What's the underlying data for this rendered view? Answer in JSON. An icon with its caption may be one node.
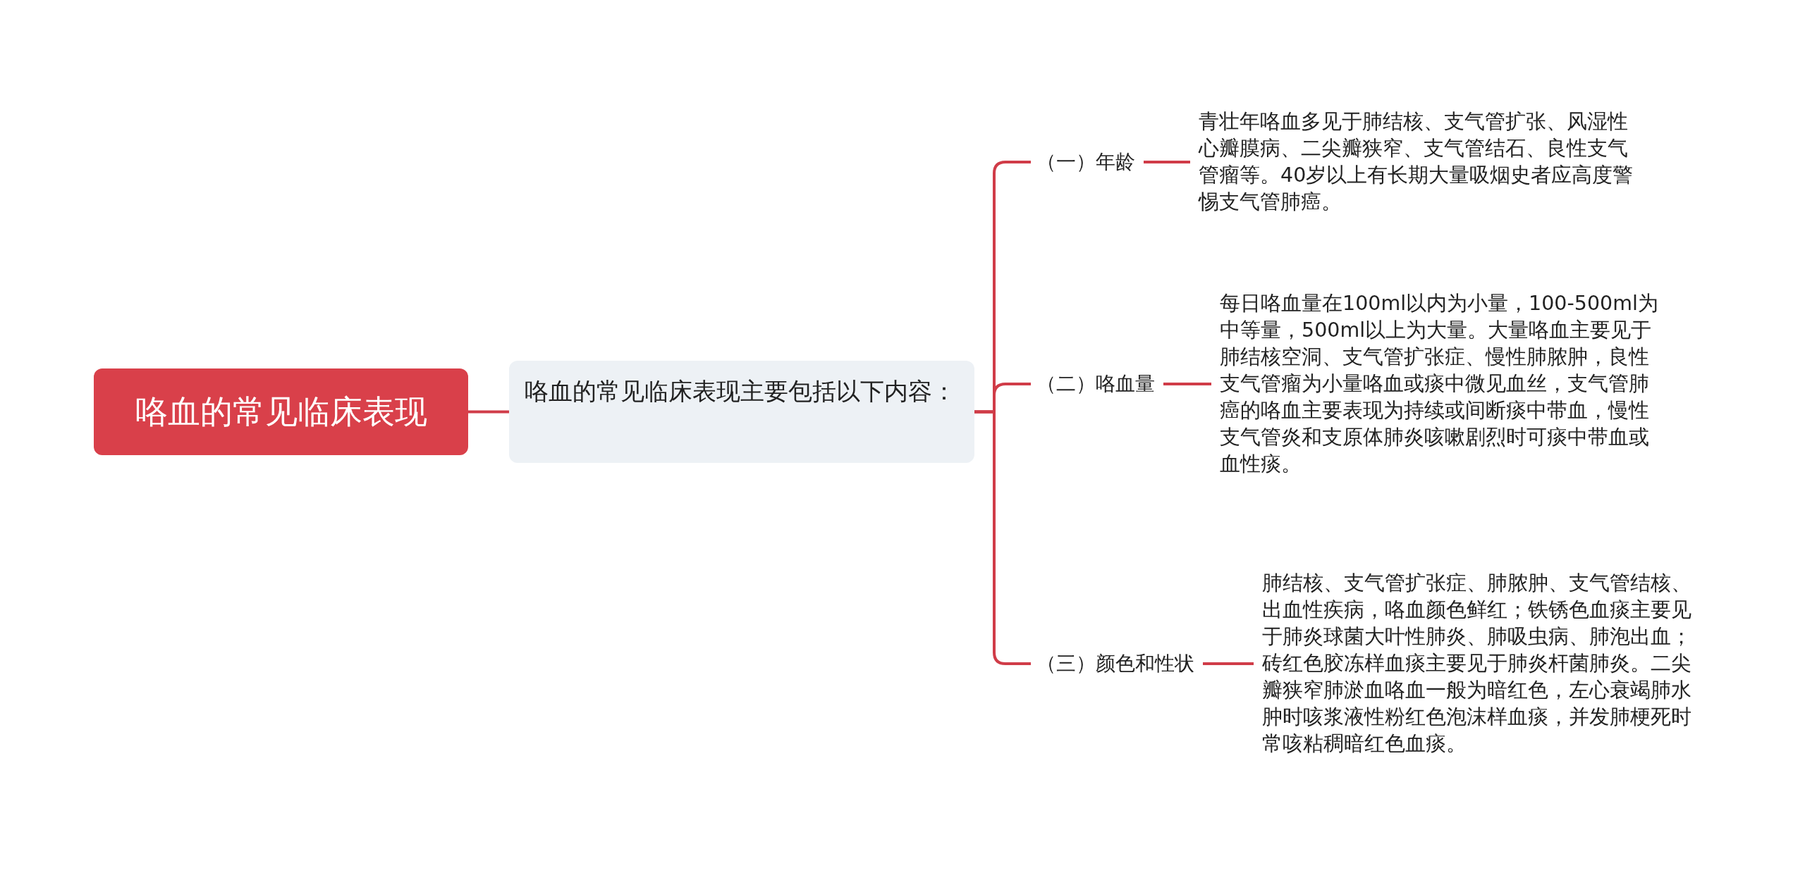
{
  "diagram": {
    "nodes": [
      {
        "text": [
          "咯血的常见临床表现"
        ]
      },
      {
        "text": [
          "咯血的常见临床表现主要包括以下内容："
        ]
      },
      {
        "text": [
          "（一）年龄"
        ]
      },
      {
        "text": [
          "（二）咯血量"
        ]
      },
      {
        "text": [
          "（三）颜色和性状"
        ]
      },
      {
        "text": [
          "青壮年咯血多见于肺结核、支气管扩张、风湿性心瓣膜病、二尖瓣狭窄、支气管结石、良性支气管瘤等。40岁以上有长期大量吸烟史者应高度警惕支气管肺癌。"
        ]
      },
      {
        "text": [
          "每日咯血量在100ml以内为小量，100-500ml为中等量，500ml以上为大量。大量咯血主要见于肺结核空洞、支气管扩张症、慢性肺脓肿，良性支气管瘤为小量咯血或痰中微见血丝，支气管肺癌的咯血主要表现为持续或间断痰中带血，慢性支气管炎和支原体肺炎咳嗽剧烈时可痰中带血或血性痰。"
        ]
      },
      {
        "text": [
          "肺结核、支气管扩张症、肺脓肿、支气管结核、出血性疾病，咯血颜色鲜红；铁锈色血痰主要见于肺炎球菌大叶性肺炎、肺吸虫病、肺泡出血；砖红色胶冻样血痰主要见于肺炎杆菌肺炎。二尖瓣狭窄肺淤血咯血一般为暗红色，左心衰竭肺水肿时咳浆液性粉红色泡沫样血痰，并发肺梗死时常咳粘稠暗红色血痰。"
        ]
      }
    ],
    "edges": [
      {
        "from": 0,
        "to": 1,
        "arrow": "none"
      },
      {
        "from": 1,
        "to": 2,
        "arrow": "none"
      },
      {
        "from": 1,
        "to": 3,
        "arrow": "none"
      },
      {
        "from": 1,
        "to": 4,
        "arrow": "none"
      },
      {
        "from": 2,
        "to": 5,
        "arrow": "none"
      },
      {
        "from": 3,
        "to": 6,
        "arrow": "none"
      },
      {
        "from": 4,
        "to": 7,
        "arrow": "none"
      }
    ]
  }
}
